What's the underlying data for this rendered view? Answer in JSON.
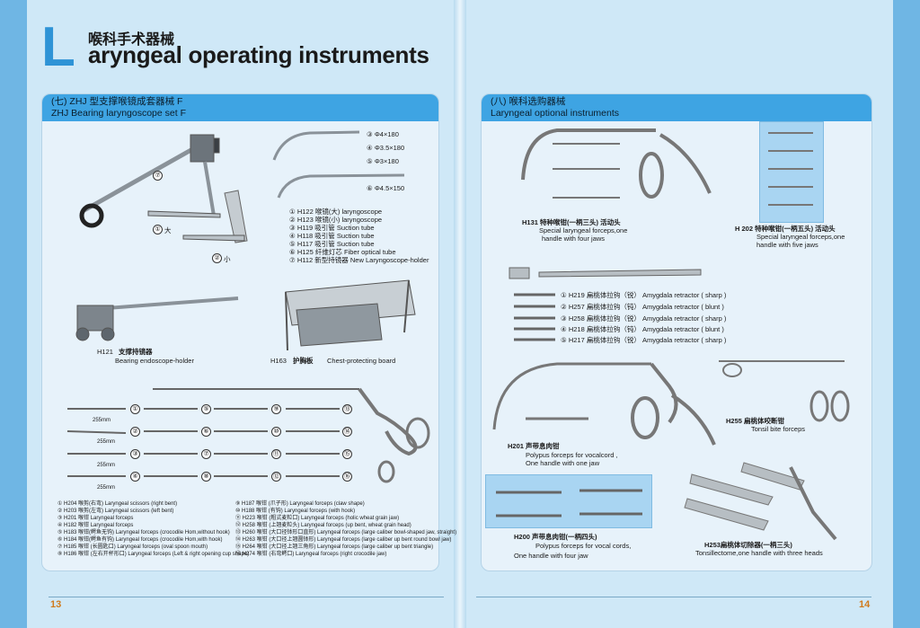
{
  "header": {
    "big_letter": "L",
    "title_cn": "喉科手术器械",
    "title_en": "aryngeal operating instruments"
  },
  "left_panel": {
    "title_cn": "(七) ZHJ  型支撑喉镜成套器械 F",
    "title_en": "ZHJ  Bearing laryngoscope  set  F",
    "laryngoscope_labels": [
      {
        "num": "⑦",
        "text": ""
      },
      {
        "num": "①",
        "text": "大"
      },
      {
        "num": "②",
        "text": "小"
      }
    ],
    "tube_sizes": [
      {
        "num": "③",
        "text": "Φ4×180"
      },
      {
        "num": "④",
        "text": "Φ3.5×180"
      },
      {
        "num": "⑤",
        "text": "Φ3×180"
      },
      {
        "num": "⑥",
        "text": "Φ4.5×150"
      }
    ],
    "legend": [
      {
        "num": "①",
        "code": "H122",
        "cn": "喉镜(大)",
        "en": "laryngoscope"
      },
      {
        "num": "②",
        "code": "H123",
        "cn": "喉镜(小)",
        "en": "laryngoscope"
      },
      {
        "num": "③",
        "code": "H119",
        "cn": "吸引管",
        "en": "Suction tube"
      },
      {
        "num": "④",
        "code": "H118",
        "cn": "吸引管",
        "en": "Suction tube"
      },
      {
        "num": "⑤",
        "code": "H117",
        "cn": "吸引管",
        "en": "Suction tube"
      },
      {
        "num": "⑥",
        "code": "H125",
        "cn": "纤维灯芯",
        "en": "Fiber optical tube"
      },
      {
        "num": "⑦",
        "code": "H112",
        "cn": "新型持镜器",
        "en": "New Laryngoscope-holder"
      }
    ],
    "holder": {
      "code": "H121",
      "cn": "支撑持镜器",
      "en": "Bearing endoscope-holder"
    },
    "board": {
      "code": "H163",
      "cn": "护胸板",
      "en": "Chest-protecting board"
    },
    "forceps_lengths": [
      "255mm",
      "255mm",
      "255mm",
      "255mm"
    ],
    "forceps_numbers_col1": [
      "①",
      "②",
      "③",
      "④"
    ],
    "forceps_numbers_col2": [
      "⑤",
      "⑥",
      "⑦",
      "⑧"
    ],
    "forceps_numbers_col3": [
      "⑨",
      "⑩",
      "⑪",
      "⑫"
    ],
    "forceps_numbers_col4": [
      "⑬",
      "⑭",
      "⑮",
      "⑯"
    ],
    "forceps_list_left": [
      "① H204 喉剪(右弯) Laryngeal scissors (right bent)",
      "② H203 喉剪(左弯) Laryngeal scissors (left bent)",
      "③ H201 喉钳 Laryngeal forceps",
      "④ H182 喉钳 Laryngeal forceps",
      "⑤ H183 喉钳(鳄鱼无钩) Laryngeal forceps (crocodile Hom,without hook)",
      "⑥ H184 喉钳(鳄鱼有钩) Laryngeal forceps (crocodile Hom,with hook)",
      "⑦ H185 喉钳 (长圆匙口) Laryngeal forceps (oval spoon mouth)",
      "⑧ H186 喉钳 (左右开杯形口) Laryngeal forceps (Left & right opening cup shape)"
    ],
    "forceps_list_right": [
      "⑨ H187 喉钳 (爪子形) Laryngeal forceps (claw shape)",
      "⑩ H188 喉钳 (有钩) Laryngeal forceps (with hook)",
      "⑪ H223 喉钳 (粗式麦粒口) Laryngeal forceps (holic wheat grain jaw)",
      "⑫ H258 喉钳 (上翘麦粒头) Laryngeal forceps (up bent, wheat grain head)",
      "⑬ H260 喉钳 (大口径钵形口直形) Laryngeal forceps (large caliber bowl-shaped jaw, straight)",
      "⑭ H263 喉钳 (大口径上翘圆钵形) Laryngeal forceps (large caliber up bent round bowl jaw)",
      "⑮ H264 喉钳 (大口径上翘三角形) Laryngeal forceps (large caliber up bent triangle)",
      "⑯ H274 喉钳 (右弯鳄口) Laryngeal forceps (right crocodile jaw)"
    ]
  },
  "right_panel": {
    "title_cn": "(八) 喉科选购器械",
    "title_en": "Laryngeal optional  instruments",
    "h131": {
      "line1": "H131 特种喉钳(一柄三头) 活动头",
      "line2": "Special laryngeal forceps,one",
      "line3": "handle with four jaws"
    },
    "h202": {
      "line1": "H 202  特种喉钳(一柄五头) 活动头",
      "line2": "Special laryngeal forceps,one",
      "line3": "handle with five jaws"
    },
    "retractors": [
      {
        "num": "①",
        "code": "H219",
        "cn": "扁桃体拉钩（锐）",
        "en": "Amygdala retractor ( sharp )"
      },
      {
        "num": "②",
        "code": "H257",
        "cn": "扁桃体拉钩（钝）",
        "en": "Amygdala retractor ( blunt )"
      },
      {
        "num": "③",
        "code": "H258",
        "cn": "扁桃体拉钩（锐）",
        "en": "Amygdala retractor ( sharp )"
      },
      {
        "num": "④",
        "code": "H218",
        "cn": "扁桃体拉钩（钝）",
        "en": "Amygdala retractor ( blunt )"
      },
      {
        "num": "⑤",
        "code": "H217",
        "cn": "扁桃体拉钩（锐）",
        "en": "Amygdala retractor ( sharp )"
      }
    ],
    "h255": {
      "line1": "H255  扁桃体咬断钳",
      "line2": "Tonsil bite forceps"
    },
    "h201": {
      "line1": "H201 声带息肉钳",
      "line2": "Polypus forceps for vocalcord  ,",
      "line3": "One handle with one jaw"
    },
    "h200": {
      "line1": "H200  声带息肉钳(一柄四头)",
      "line2": "Polypus forceps for vocal cords,",
      "line3": "One handle with four jaw"
    },
    "h253": {
      "line1": "H253扁桃体切除器(一柄三头)",
      "line2": "Tonsillectome,one handle with three heads"
    }
  },
  "footer": {
    "left_page": "13",
    "right_page": "14"
  },
  "colors": {
    "accent": "#2e93d6",
    "panel_title": "#3ea4e3",
    "page_number": "#d07a1a"
  }
}
